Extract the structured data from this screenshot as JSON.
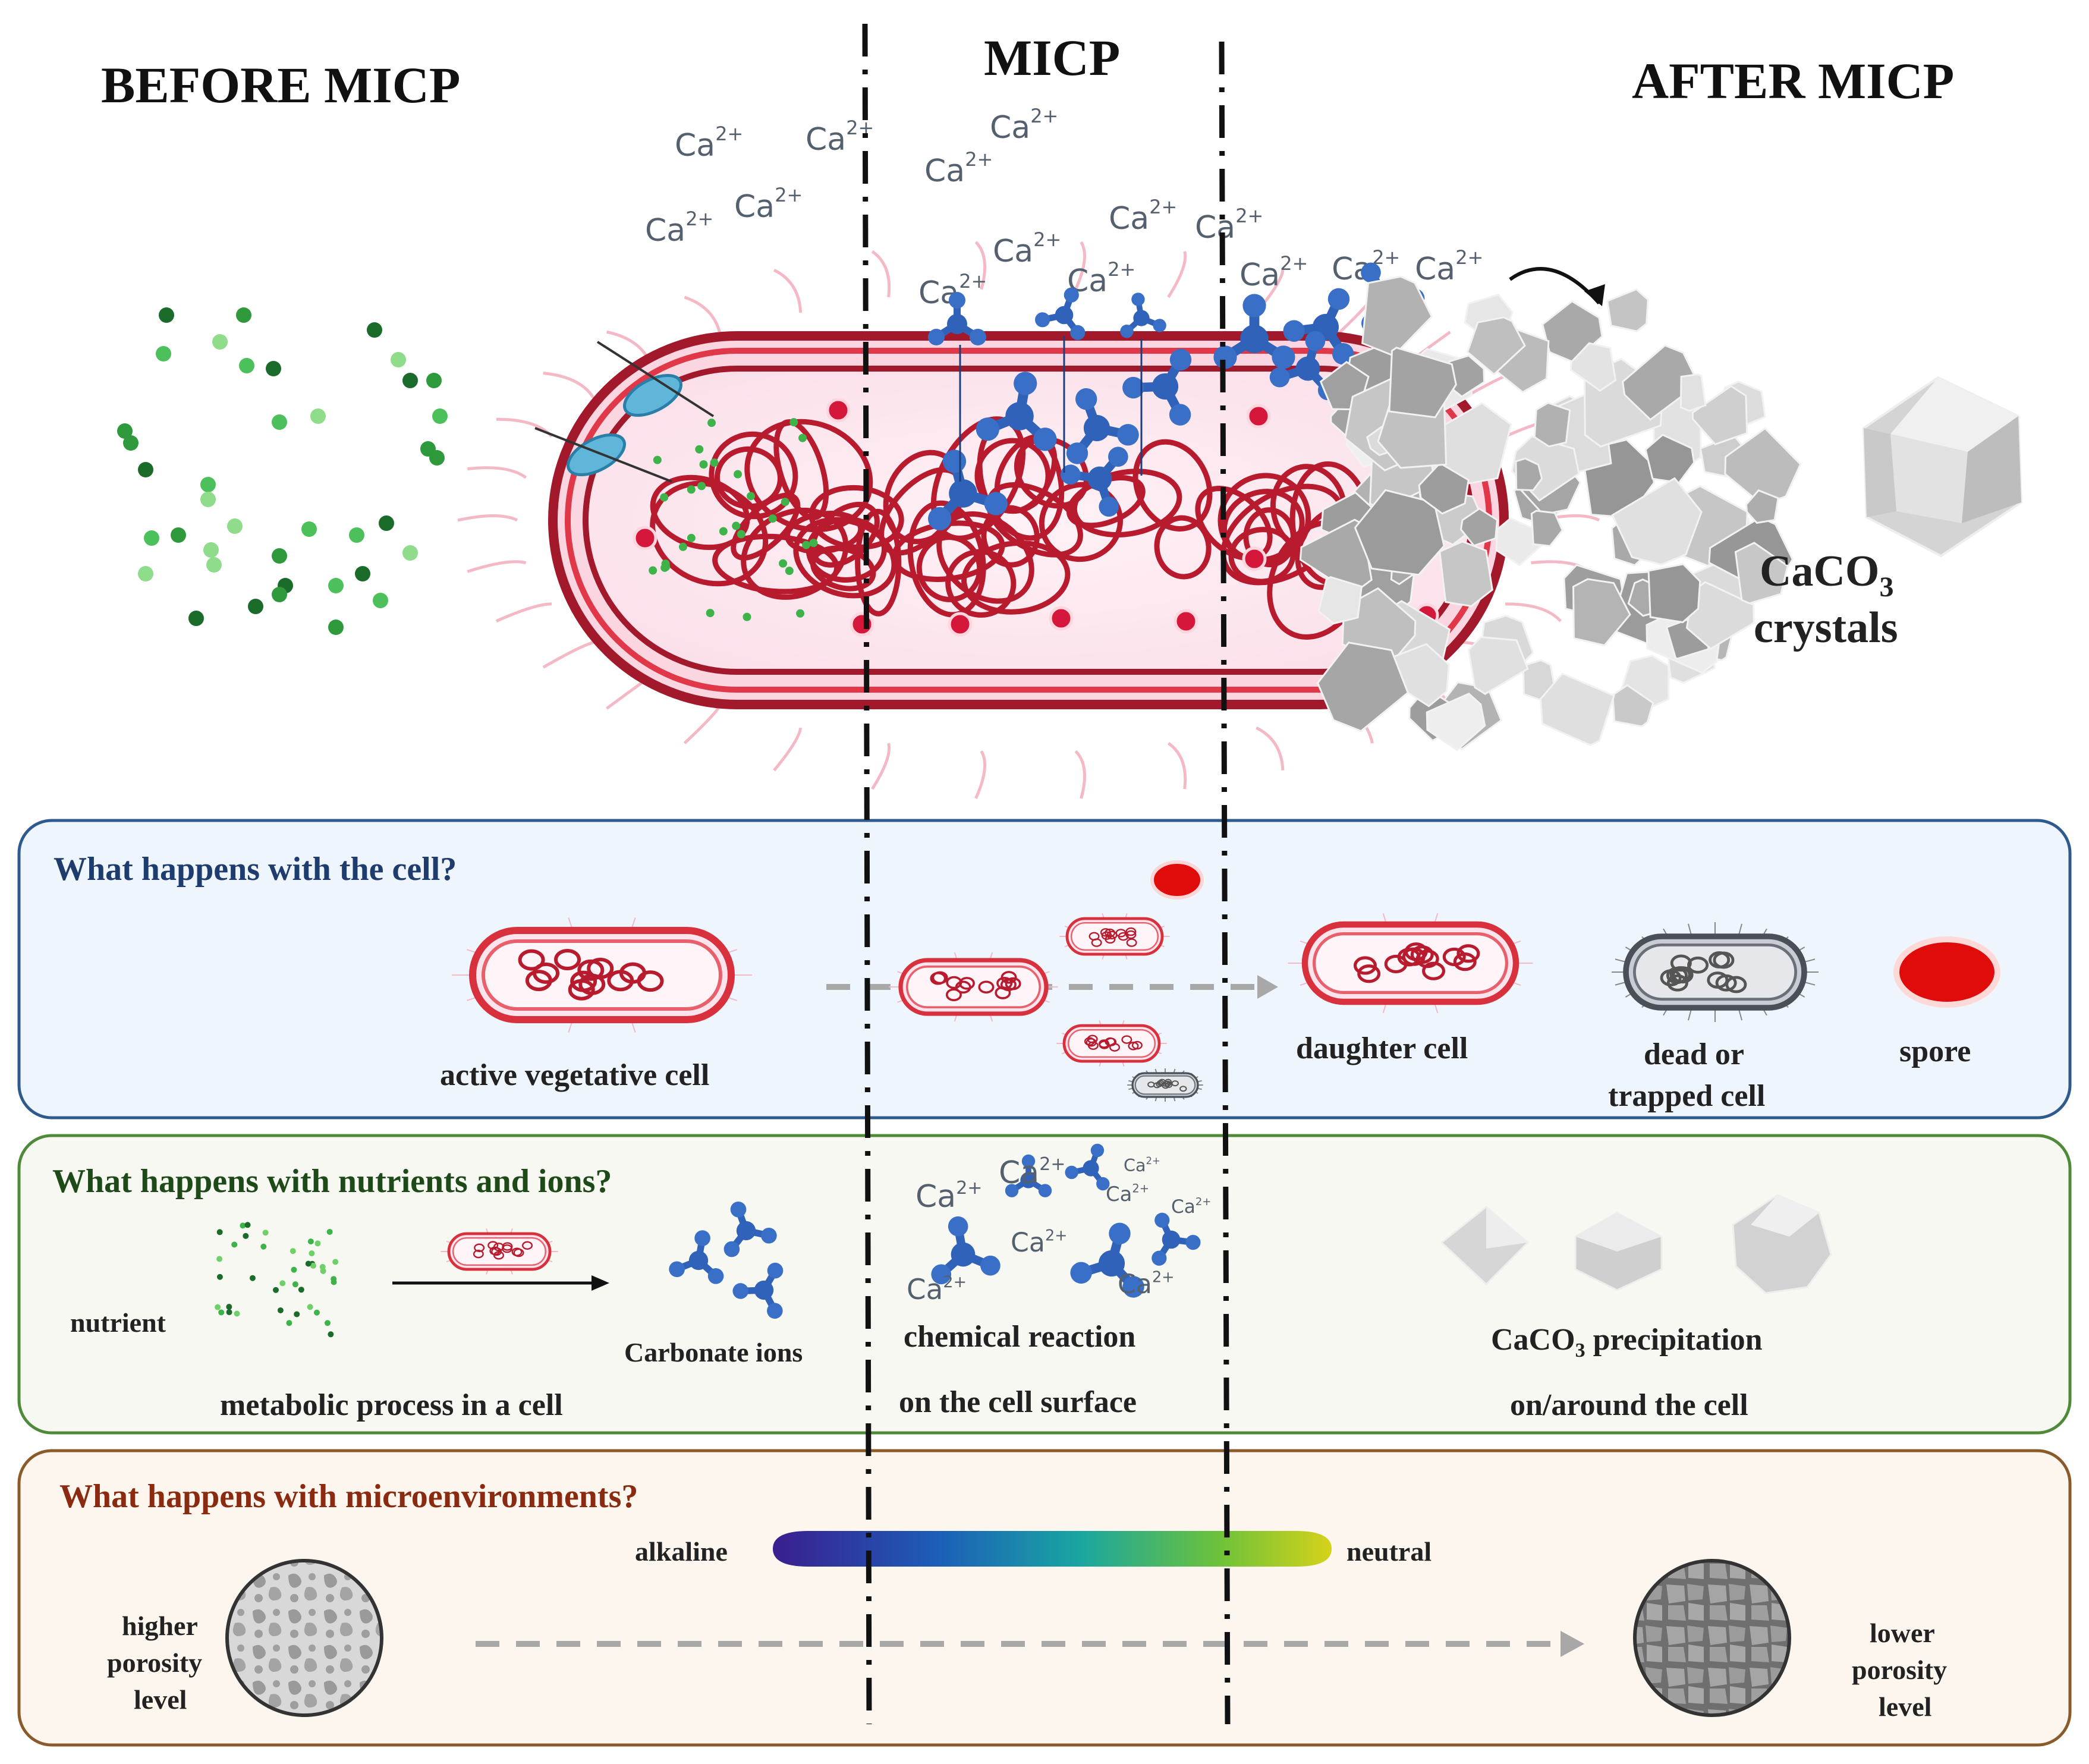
{
  "header": {
    "before": "BEFORE MICP",
    "during": "MICP",
    "after": "AFTER MICP"
  },
  "ions": {
    "calcium": "Ca",
    "charge": "2+"
  },
  "crystals": {
    "formula_base": "CaCO",
    "formula_sub": "3",
    "word": "crystals"
  },
  "panels": {
    "cell": {
      "title": "What happens with the cell?",
      "active": "active vegetative cell",
      "daughter": "daughter cell",
      "dead_1": "dead or",
      "dead_2": "trapped cell",
      "spore": "spore"
    },
    "nutrients": {
      "title": "What happens with nutrients and ions?",
      "nutrient": "nutrient",
      "carbonate": "Carbonate ions",
      "metabolic": "metabolic process in a cell",
      "reaction_1": "chemical reaction",
      "reaction_2": "on the cell surface",
      "precip_base": "CaCO",
      "precip_sub": "3",
      "precip_rest": " precipitation",
      "precip_2": "on/around the cell"
    },
    "micro": {
      "title": "What happens with microenvironments?",
      "alkaline": "alkaline",
      "neutral": "neutral",
      "higher_1": "higher",
      "higher_2": "porosity",
      "higher_3": "level",
      "lower_1": "lower",
      "lower_2": "porosity",
      "lower_3": "level"
    }
  },
  "colors": {
    "cell_panel_border": "#2e5a8e",
    "cell_panel_bg": "#eef5fc",
    "nutrient_panel_border": "#4f8a3a",
    "nutrient_panel_bg": "#f6f8f1",
    "micro_panel_border": "#8a5a2a",
    "micro_panel_bg": "#fdf6ee",
    "cell_title": "#1e3c6e",
    "nutrient_title": "#1e4a1a",
    "micro_title": "#8a2a10",
    "membrane": "#d8303c",
    "carbonate": "#2f62b8",
    "crystal": "#c8c8c8"
  }
}
